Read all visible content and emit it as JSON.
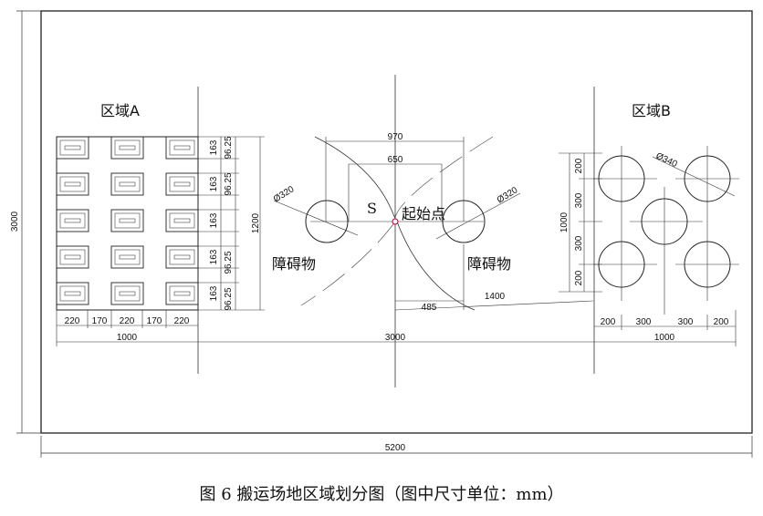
{
  "caption": "图 6 搬运场地区域划分图（图中尺寸单位：mm）",
  "regions": {
    "a": "区域A",
    "b": "区域B"
  },
  "labels": {
    "obstacle_left": "障碍物",
    "obstacle_right": "障碍物",
    "start_point": "起始点",
    "s_mark": "S"
  },
  "dims": {
    "total_width": "5200",
    "total_height": "3000",
    "a_width": "1000",
    "a_height": "1200",
    "a_seg_1": "220",
    "a_seg_2": "170",
    "a_seg_3": "220",
    "a_seg_4": "170",
    "a_seg_5": "220",
    "a_pitch": "163",
    "a_gap": "96.25",
    "center_span": "3000",
    "obst_outer": "970",
    "obst_inner": "650",
    "obst_dia_left": "Ø320",
    "obst_dia_right": "Ø320",
    "offset_485": "485",
    "offset_1400": "1400",
    "b_width": "1000",
    "b_height": "1000",
    "b_dia": "Ø340",
    "b_h_200a": "200",
    "b_h_300a": "300",
    "b_h_300b": "300",
    "b_h_200b": "200",
    "b_v_200a": "200",
    "b_v_300a": "300",
    "b_v_300b": "300",
    "b_v_200b": "200"
  }
}
